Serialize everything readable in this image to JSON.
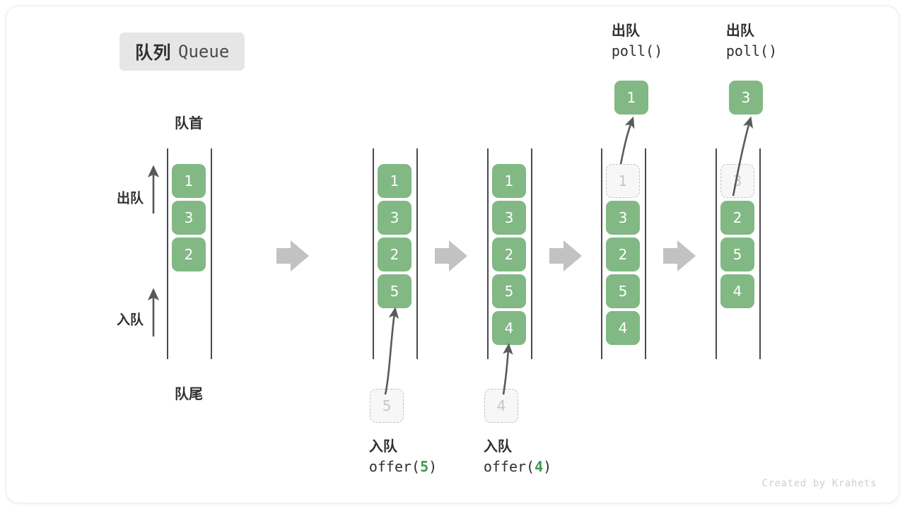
{
  "title": {
    "cn": "队列",
    "en": "Queue"
  },
  "labels": {
    "front": "队首",
    "back": "队尾",
    "dequeue_side": "出队",
    "enqueue_side": "入队"
  },
  "colors": {
    "cell_fill": "#81b884",
    "cell_text": "#ffffff",
    "ghost_fill": "#f7f7f7",
    "ghost_border": "#c2c2c2",
    "ghost_text": "#c6c6c6",
    "rail": "#4a4a4a",
    "arrow_gray": "#c2c2c2",
    "curve_arrow": "#5a5a5a",
    "text": "#2f2f2f",
    "accent_green": "#3d9a4e",
    "badge_bg": "#e6e6e6",
    "footer": "#cfcfcf"
  },
  "stages": [
    {
      "id": "initial",
      "cells": [
        {
          "value": "1",
          "state": "filled"
        },
        {
          "value": "3",
          "state": "filled"
        },
        {
          "value": "2",
          "state": "filled"
        }
      ],
      "top_label": null,
      "bottom_label": null,
      "popped": null,
      "incoming": null
    },
    {
      "id": "offer-5",
      "cells": [
        {
          "value": "1",
          "state": "filled"
        },
        {
          "value": "3",
          "state": "filled"
        },
        {
          "value": "2",
          "state": "filled"
        },
        {
          "value": "5",
          "state": "filled"
        }
      ],
      "top_label": null,
      "bottom_label": {
        "cn": "入队",
        "code_prefix": "offer(",
        "arg": "5",
        "code_suffix": ")"
      },
      "popped": null,
      "incoming": {
        "value": "5"
      }
    },
    {
      "id": "offer-4",
      "cells": [
        {
          "value": "1",
          "state": "filled"
        },
        {
          "value": "3",
          "state": "filled"
        },
        {
          "value": "2",
          "state": "filled"
        },
        {
          "value": "5",
          "state": "filled"
        },
        {
          "value": "4",
          "state": "filled"
        }
      ],
      "top_label": null,
      "bottom_label": {
        "cn": "入队",
        "code_prefix": "offer(",
        "arg": "4",
        "code_suffix": ")"
      },
      "popped": null,
      "incoming": {
        "value": "4"
      }
    },
    {
      "id": "poll-1",
      "cells": [
        {
          "value": "1",
          "state": "ghost"
        },
        {
          "value": "3",
          "state": "filled"
        },
        {
          "value": "2",
          "state": "filled"
        },
        {
          "value": "5",
          "state": "filled"
        },
        {
          "value": "4",
          "state": "filled"
        }
      ],
      "top_label": {
        "cn": "出队",
        "code_prefix": "poll(",
        "arg": "",
        "code_suffix": ")"
      },
      "bottom_label": null,
      "popped": {
        "value": "1"
      },
      "incoming": null
    },
    {
      "id": "poll-3",
      "cells": [
        {
          "value": "3",
          "state": "ghost"
        },
        {
          "value": "2",
          "state": "filled"
        },
        {
          "value": "5",
          "state": "filled"
        },
        {
          "value": "4",
          "state": "filled"
        }
      ],
      "top_label": {
        "cn": "出队",
        "code_prefix": "poll(",
        "arg": "",
        "code_suffix": ")"
      },
      "bottom_label": null,
      "popped": {
        "value": "3"
      },
      "incoming": null
    }
  ],
  "footer": "Created by Krahets"
}
